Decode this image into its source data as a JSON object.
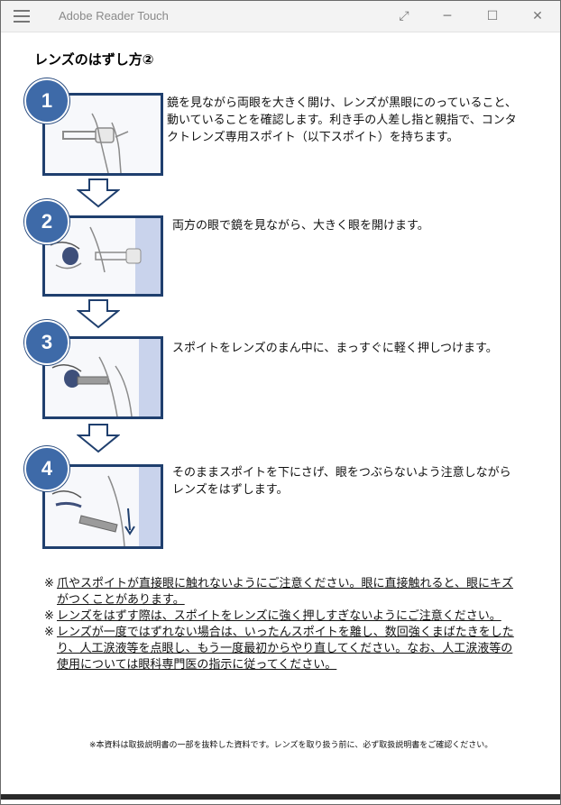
{
  "window": {
    "title": "Adobe Reader Touch",
    "controls": {
      "resize": "⤢",
      "minimize": "─",
      "maximize": "☐",
      "close": "✕"
    }
  },
  "document": {
    "title": "レンズのはずし方②",
    "steps": [
      {
        "number": "1",
        "text": "鏡を見ながら両眼を大きく開け、レンズが黒眼にのっていること、動いていることを確認します。利き手の人差し指と親指で、コンタクトレンズ専用スポイト（以下スポイト）を持ちます。"
      },
      {
        "number": "2",
        "text": "両方の眼で鏡を見ながら、大きく眼を開けます。"
      },
      {
        "number": "3",
        "text": "スポイトをレンズのまん中に、まっすぐに軽く押しつけます。"
      },
      {
        "number": "4",
        "text": "そのままスポイトを下にさげ、眼をつぶらないよう注意しながらレンズをはずします。"
      }
    ],
    "notes": [
      {
        "mark": "※",
        "text": "爪やスポイトが直接眼に触れないようにご注意ください。眼に直接触れると、眼にキズがつくことがあります。"
      },
      {
        "mark": "※",
        "text": "レンズをはずす際は、スポイトをレンズに強く押しすぎないようにご注意ください。"
      },
      {
        "mark": "※",
        "text": "レンズが一度ではずれない場合は、いったんスポイトを離し、数回強くまばたきをしたり、人工涙液等を点眼し、もう一度最初からやり直してください。なお、人工涙液等の使用については眼科専門医の指示に従ってください。"
      }
    ],
    "footnote": "※本資料は取扱説明書の一部を抜粋した資料です。レンズを取り扱う前に、必ず取扱説明書をご確認ください。"
  },
  "colors": {
    "frame": "#1f3f6e",
    "badge": "#3e6aa8",
    "sketch": "#8b8b8b",
    "side_blue": "#c9d3ec"
  }
}
